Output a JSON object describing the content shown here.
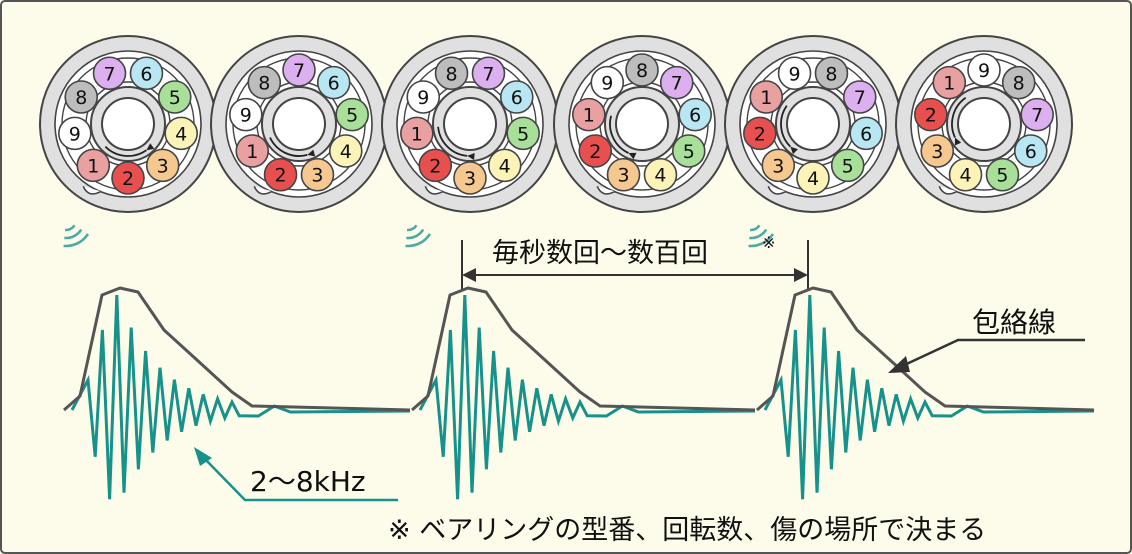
{
  "diagram": {
    "interval_label": "毎秒数回〜数百回",
    "interval_mark": "※",
    "envelope_label": "包絡線",
    "frequency_label": "2〜8kHz",
    "footnote": "※ ベアリングの型番、回転数、傷の場所で決まる"
  },
  "bearings": [
    {
      "labels": [
        "1",
        "2",
        "3",
        "4",
        "5",
        "6",
        "7",
        "8",
        "9"
      ],
      "colors": [
        "#e8a0a0",
        "#e85050",
        "#f5c890",
        "#fbf3b8",
        "#a8e09a",
        "#b8e6f2",
        "#dcb0ee",
        "#bdbdbd",
        "#ffffff"
      ],
      "signal": true
    },
    {
      "labels": [
        "1",
        "2",
        "3",
        "4",
        "5",
        "6",
        "7",
        "8",
        "9"
      ],
      "colors": [
        "#e8a0a0",
        "#e85050",
        "#f5c890",
        "#fbf3b8",
        "#a8e09a",
        "#b8e6f2",
        "#dcb0ee",
        "#bdbdbd",
        "#ffffff"
      ],
      "signal": false
    },
    {
      "labels": [
        "1",
        "2",
        "3",
        "4",
        "5",
        "6",
        "7",
        "8",
        "9"
      ],
      "colors": [
        "#e8a0a0",
        "#e85050",
        "#f5c890",
        "#fbf3b8",
        "#a8e09a",
        "#b8e6f2",
        "#dcb0ee",
        "#bdbdbd",
        "#ffffff"
      ],
      "signal": true
    },
    {
      "labels": [
        "1",
        "2",
        "3",
        "4",
        "5",
        "6",
        "7",
        "8",
        "9"
      ],
      "colors": [
        "#e8a0a0",
        "#e85050",
        "#f5c890",
        "#fbf3b8",
        "#a8e09a",
        "#b8e6f2",
        "#dcb0ee",
        "#bdbdbd",
        "#ffffff"
      ],
      "signal": false
    },
    {
      "labels": [
        "1",
        "2",
        "3",
        "4",
        "5",
        "6",
        "7",
        "8",
        "9"
      ],
      "colors": [
        "#e8a0a0",
        "#e85050",
        "#f5c890",
        "#fbf3b8",
        "#a8e09a",
        "#b8e6f2",
        "#dcb0ee",
        "#bdbdbd",
        "#ffffff"
      ],
      "signal": true
    },
    {
      "labels": [
        "1",
        "2",
        "3",
        "4",
        "5",
        "6",
        "7",
        "8",
        "9"
      ],
      "colors": [
        "#e8a0a0",
        "#e85050",
        "#f5c890",
        "#fbf3b8",
        "#a8e09a",
        "#b8e6f2",
        "#dcb0ee",
        "#bdbdbd",
        "#ffffff"
      ],
      "signal": false
    }
  ],
  "colors": {
    "background": "#fdfcea",
    "waveform": "#16928b",
    "envelope": "#555555"
  }
}
